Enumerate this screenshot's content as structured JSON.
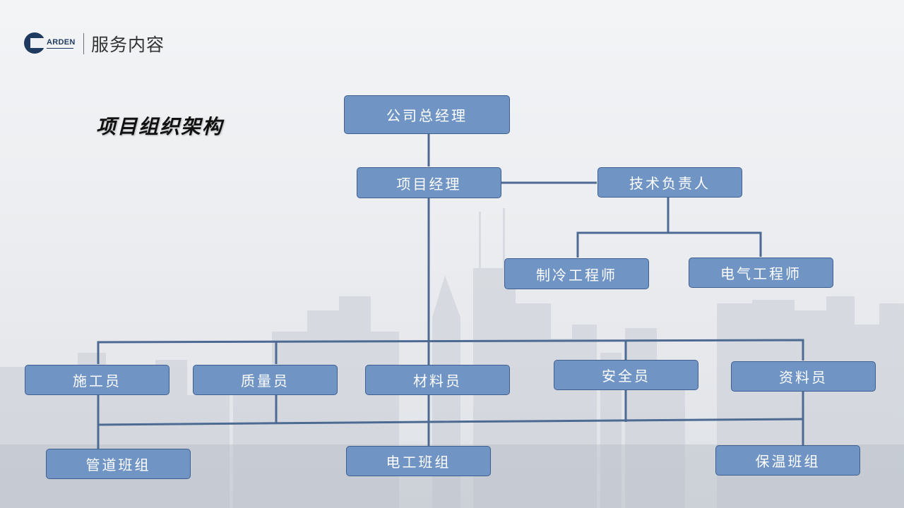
{
  "header": {
    "logo_text": "ARDEN",
    "title": "服务内容"
  },
  "section_title": "项目组织架构",
  "org": {
    "general_manager": "公司总经理",
    "project_manager": "项目经理",
    "tech_lead": "技术负责人",
    "refrigeration_engineer": "制冷工程师",
    "electrical_engineer": "电气工程师",
    "construction_staff": "施工员",
    "quality_staff": "质量员",
    "materials_staff": "材料员",
    "safety_staff": "安全员",
    "documentation_staff": "资料员",
    "pipe_team": "管道班组",
    "electrician_team": "电工班组",
    "insulation_team": "保温班组"
  },
  "colors": {
    "node_fill": "#7094c4",
    "node_border": "#3f5f8f",
    "connector": "#4d6a92"
  }
}
